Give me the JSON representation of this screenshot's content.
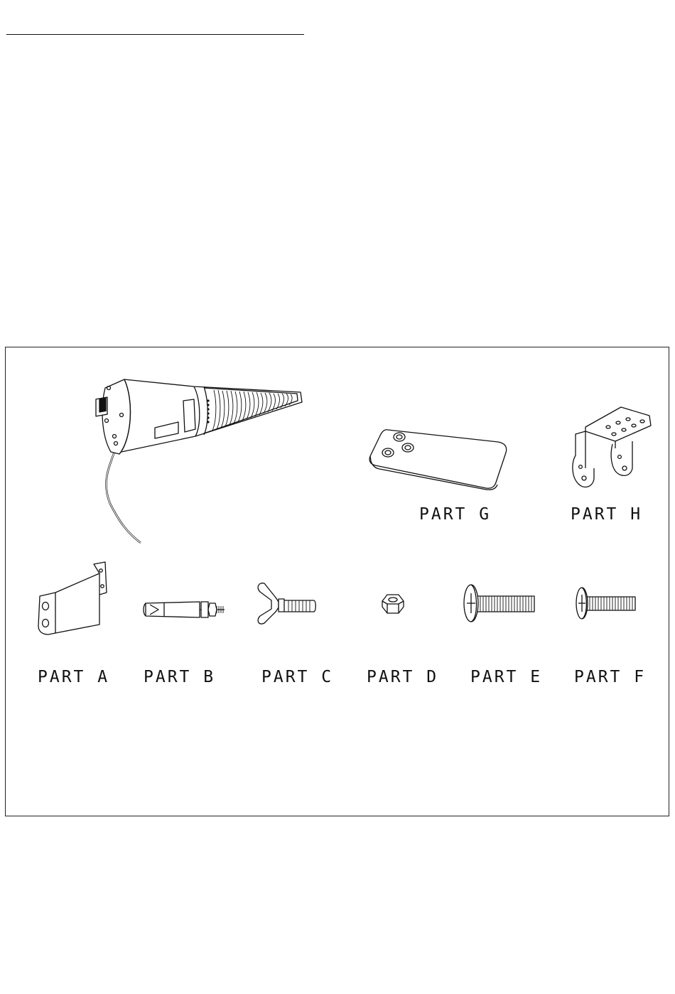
{
  "parts": {
    "a": {
      "label": "PART A"
    },
    "b": {
      "label": "PART B"
    },
    "c": {
      "label": "PART C"
    },
    "d": {
      "label": "PART D"
    },
    "e": {
      "label": "PART E"
    },
    "f": {
      "label": "PART F"
    },
    "g": {
      "label": "PART G"
    },
    "h": {
      "label": "PART H"
    }
  }
}
